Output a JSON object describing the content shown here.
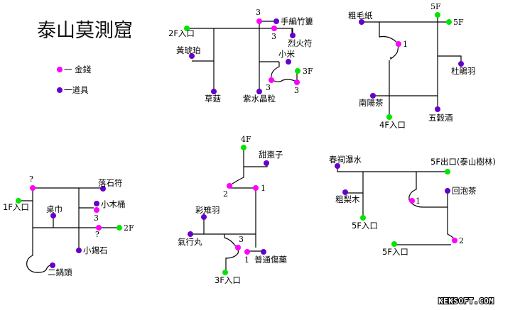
{
  "title": "泰山莫測窟",
  "colors": {
    "money": "#ff00ff",
    "item": "#6600cc",
    "exit": "#00e600",
    "line": "#000000"
  },
  "legend": [
    {
      "type": "money",
      "label": "一 金錢"
    },
    {
      "type": "item",
      "label": "一道具"
    }
  ],
  "maps": [
    {
      "floor": "1F",
      "nodes": [
        {
          "id": "entrance",
          "type": "exit",
          "label": "1F入口"
        },
        {
          "id": "q1",
          "type": "money",
          "label": "?"
        },
        {
          "id": "luoshifu",
          "type": "item",
          "label": "落石符"
        },
        {
          "id": "zhuojin",
          "type": "item",
          "label": "桌巾"
        },
        {
          "id": "xiaomutong",
          "type": "item",
          "label": "小木桶"
        },
        {
          "id": "m3",
          "type": "money",
          "label": "3"
        },
        {
          "id": "q2",
          "type": "money",
          "label": "?"
        },
        {
          "id": "to2f",
          "type": "exit",
          "label": "2F"
        },
        {
          "id": "xiaoxishi",
          "type": "item",
          "label": "小錫石"
        },
        {
          "id": "erguotou",
          "type": "item",
          "label": "二鍋頭"
        }
      ]
    },
    {
      "floor": "2F",
      "nodes": [
        {
          "id": "entrance",
          "type": "exit",
          "label": "2F入口"
        },
        {
          "id": "m3a",
          "type": "money",
          "label": "3"
        },
        {
          "id": "shoubian",
          "type": "item",
          "label": "手編竹簍"
        },
        {
          "id": "m3b",
          "type": "money",
          "label": "3"
        },
        {
          "id": "liehuofu",
          "type": "item",
          "label": "烈火符"
        },
        {
          "id": "huanghupo",
          "type": "item",
          "label": "黃琥珀"
        },
        {
          "id": "xiaomi",
          "type": "item",
          "label": "小米"
        },
        {
          "id": "to3f",
          "type": "exit",
          "label": "3F"
        },
        {
          "id": "m3c",
          "type": "money",
          "label": "3"
        },
        {
          "id": "m3d",
          "type": "money",
          "label": "3"
        },
        {
          "id": "caogu",
          "type": "item",
          "label": "草菇"
        },
        {
          "id": "zishui",
          "type": "item",
          "label": "紫水晶粒"
        }
      ]
    },
    {
      "floor": "3F",
      "nodes": [
        {
          "id": "to4f",
          "type": "exit",
          "label": "4F"
        },
        {
          "id": "tianzao",
          "type": "item",
          "label": "甜棗子"
        },
        {
          "id": "m2",
          "type": "money",
          "label": "2"
        },
        {
          "id": "m1a",
          "type": "money",
          "label": "1"
        },
        {
          "id": "caizhi",
          "type": "item",
          "label": "彩雉羽"
        },
        {
          "id": "qixing",
          "type": "item",
          "label": "氣行丸"
        },
        {
          "id": "m3",
          "type": "money",
          "label": "3"
        },
        {
          "id": "m1b",
          "type": "money",
          "label": "1"
        },
        {
          "id": "putong",
          "type": "item",
          "label": "普通傷藥"
        },
        {
          "id": "entrance",
          "type": "exit",
          "label": "3F入口"
        }
      ]
    },
    {
      "floor": "4F",
      "nodes": [
        {
          "id": "cumao",
          "type": "item",
          "label": "粗毛紙"
        },
        {
          "id": "to5fa",
          "type": "exit",
          "label": "5F"
        },
        {
          "id": "to5fb",
          "type": "exit",
          "label": "5F"
        },
        {
          "id": "m1",
          "type": "money",
          "label": "1"
        },
        {
          "id": "dujuan",
          "type": "item",
          "label": "杜鵑羽"
        },
        {
          "id": "nanyang",
          "type": "item",
          "label": "南陽茶"
        },
        {
          "id": "wugu",
          "type": "item",
          "label": "五穀酒"
        },
        {
          "id": "entrance",
          "type": "exit",
          "label": "4F入口"
        }
      ]
    },
    {
      "floor": "5F",
      "nodes": [
        {
          "id": "chunci",
          "type": "item",
          "label": "春祠瀑水"
        },
        {
          "id": "exit",
          "type": "exit",
          "label": "5F出口(泰山樹林)"
        },
        {
          "id": "culi",
          "type": "item",
          "label": "粗梨木"
        },
        {
          "id": "m1",
          "type": "money",
          "label": "1"
        },
        {
          "id": "huipao",
          "type": "item",
          "label": "回泡茶"
        },
        {
          "id": "entrance1",
          "type": "exit",
          "label": "5F入口"
        },
        {
          "id": "m2",
          "type": "money",
          "label": "2"
        },
        {
          "id": "entrance2",
          "type": "exit",
          "label": "5F入口"
        }
      ]
    }
  ],
  "watermark": "KEKSOFT.COM"
}
